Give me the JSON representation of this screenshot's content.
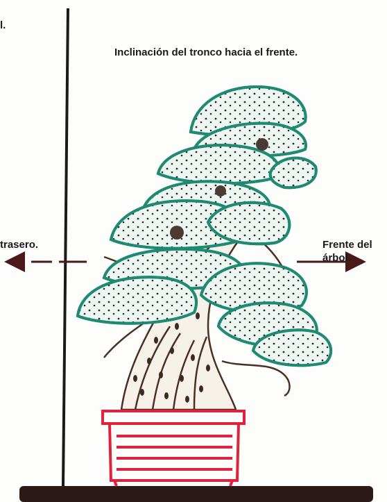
{
  "labels": {
    "corner": "l.",
    "title": "Inclinación del tronco hacia el frente.",
    "back": "trasero.",
    "front_line1": "Frente del",
    "front_line2": "árbol."
  },
  "colors": {
    "foliage_stroke": "#1f8a72",
    "foliage_fill": "#eef6f1",
    "pot": "#e0233c",
    "trunk": "#4a2f22",
    "ink": "#2a1414",
    "ground": "#2b1a17"
  }
}
